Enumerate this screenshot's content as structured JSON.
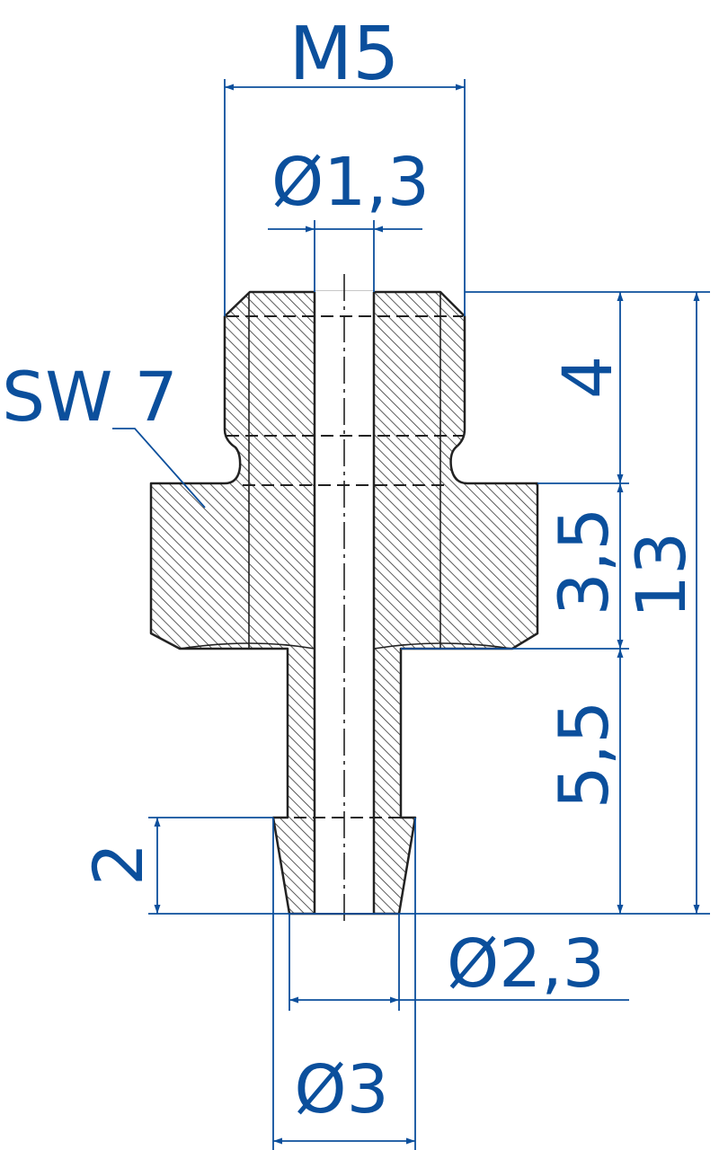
{
  "colors": {
    "dimension": "#0b4f9c",
    "outline": "#222222",
    "hatch": "#333333"
  },
  "dimensions": {
    "thread": "M5",
    "bore_diameter": "Ø1,3",
    "wrench_size": "SW 7",
    "thread_length": "4",
    "hex_height": "3,5",
    "stem_length": "5,5",
    "overall_length": "13",
    "tip_length": "2",
    "tip_inner_diameter": "Ø2,3",
    "tip_outer_diameter": "Ø3"
  }
}
